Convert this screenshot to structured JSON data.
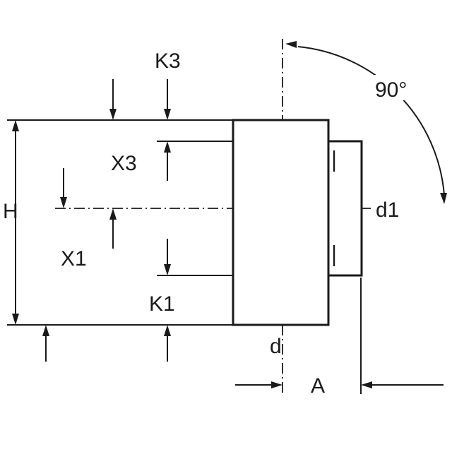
{
  "diagram": {
    "type": "technical-dimension-drawing",
    "background_color": "#ffffff",
    "line_color": "#1a1a1a",
    "labels": {
      "k3": "K3",
      "x3": "X3",
      "h": "H",
      "x1": "X1",
      "k1": "K1",
      "d": "d",
      "d1": "d1",
      "a": "A",
      "angle": "90°"
    }
  }
}
